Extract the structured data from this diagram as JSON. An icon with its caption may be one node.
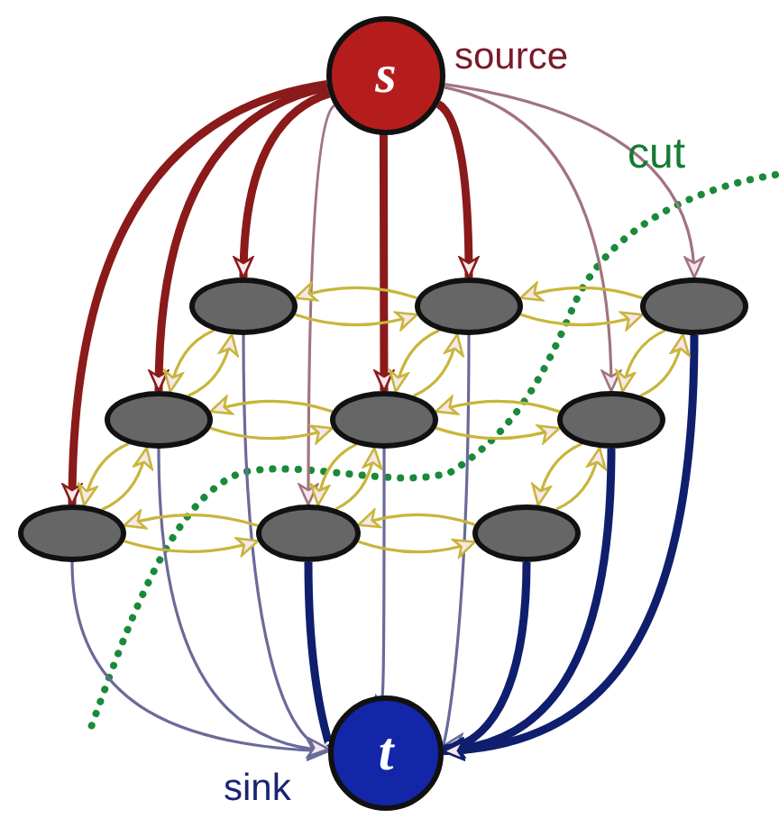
{
  "diagram": {
    "nodes": [
      {
        "text": [
          "s"
        ],
        "beside": [
          "source"
        ]
      },
      {
        "text": [],
        "shape": "ellipse"
      },
      {
        "text": [],
        "shape": "ellipse"
      },
      {
        "text": [],
        "shape": "ellipse"
      },
      {
        "text": [],
        "shape": "ellipse"
      },
      {
        "text": [],
        "shape": "ellipse"
      },
      {
        "text": [],
        "shape": "ellipse"
      },
      {
        "text": [],
        "shape": "ellipse"
      },
      {
        "text": [],
        "shape": "ellipse"
      },
      {
        "text": [],
        "shape": "ellipse"
      },
      {
        "text": [
          "t"
        ],
        "beside": [
          "sink"
        ]
      }
    ],
    "edges": [
      {
        "from": 0,
        "to": 7,
        "arrow": "to",
        "style": "thick",
        "color": "#8b1a1a"
      },
      {
        "from": 0,
        "to": 4,
        "arrow": "to",
        "style": "thick",
        "color": "#8b1a1a"
      },
      {
        "from": 0,
        "to": 1,
        "arrow": "to",
        "style": "thick",
        "color": "#8b1a1a"
      },
      {
        "from": 0,
        "to": 8,
        "arrow": "to",
        "color": "#a07480"
      },
      {
        "from": 0,
        "to": 5,
        "arrow": "to",
        "style": "thick",
        "color": "#8b1a1a"
      },
      {
        "from": 0,
        "to": 2,
        "arrow": "to",
        "style": "thick",
        "color": "#8b1a1a"
      },
      {
        "from": 0,
        "to": 6,
        "arrow": "to",
        "color": "#a07480"
      },
      {
        "from": 0,
        "to": 3,
        "arrow": "to",
        "color": "#a07480"
      },
      {
        "from": 7,
        "to": 10,
        "arrow": "to",
        "color": "#6a6a9a"
      },
      {
        "from": 4,
        "to": 10,
        "arrow": "to",
        "color": "#6a6a9a"
      },
      {
        "from": 1,
        "to": 10,
        "arrow": "to",
        "color": "#6a6a9a"
      },
      {
        "from": 8,
        "to": 10,
        "arrow": "to",
        "style": "thick",
        "color": "#101e6e"
      },
      {
        "from": 5,
        "to": 10,
        "arrow": "to",
        "color": "#6a6a9a"
      },
      {
        "from": 2,
        "to": 10,
        "arrow": "to",
        "color": "#6a6a9a"
      },
      {
        "from": 9,
        "to": 10,
        "arrow": "to",
        "style": "thick",
        "color": "#101e6e"
      },
      {
        "from": 6,
        "to": 10,
        "arrow": "to",
        "style": "thick",
        "color": "#101e6e"
      },
      {
        "from": 3,
        "to": 10,
        "arrow": "to",
        "style": "thick",
        "color": "#101e6e"
      },
      {
        "from": 1,
        "to": 2,
        "arrow": "to"
      },
      {
        "from": 2,
        "to": 1,
        "arrow": "to"
      },
      {
        "from": 2,
        "to": 3,
        "arrow": "to"
      },
      {
        "from": 3,
        "to": 2,
        "arrow": "to"
      },
      {
        "from": 4,
        "to": 5,
        "arrow": "to"
      },
      {
        "from": 5,
        "to": 4,
        "arrow": "to"
      },
      {
        "from": 5,
        "to": 6,
        "arrow": "to"
      },
      {
        "from": 6,
        "to": 5,
        "arrow": "to"
      },
      {
        "from": 7,
        "to": 8,
        "arrow": "to"
      },
      {
        "from": 8,
        "to": 7,
        "arrow": "to"
      },
      {
        "from": 8,
        "to": 9,
        "arrow": "to"
      },
      {
        "from": 9,
        "to": 8,
        "arrow": "to"
      },
      {
        "from": 1,
        "to": 4,
        "arrow": "to"
      },
      {
        "from": 4,
        "to": 1,
        "arrow": "to"
      },
      {
        "from": 2,
        "to": 5,
        "arrow": "to"
      },
      {
        "from": 5,
        "to": 2,
        "arrow": "to"
      },
      {
        "from": 3,
        "to": 6,
        "arrow": "to"
      },
      {
        "from": 6,
        "to": 3,
        "arrow": "to"
      },
      {
        "from": 4,
        "to": 7,
        "arrow": "to"
      },
      {
        "from": 7,
        "to": 4,
        "arrow": "to"
      },
      {
        "from": 5,
        "to": 8,
        "arrow": "to"
      },
      {
        "from": 8,
        "to": 5,
        "arrow": "to"
      },
      {
        "from": 6,
        "to": 9,
        "arrow": "to"
      },
      {
        "from": 9,
        "to": 6,
        "arrow": "to"
      }
    ],
    "labels": [
      "cut"
    ]
  }
}
